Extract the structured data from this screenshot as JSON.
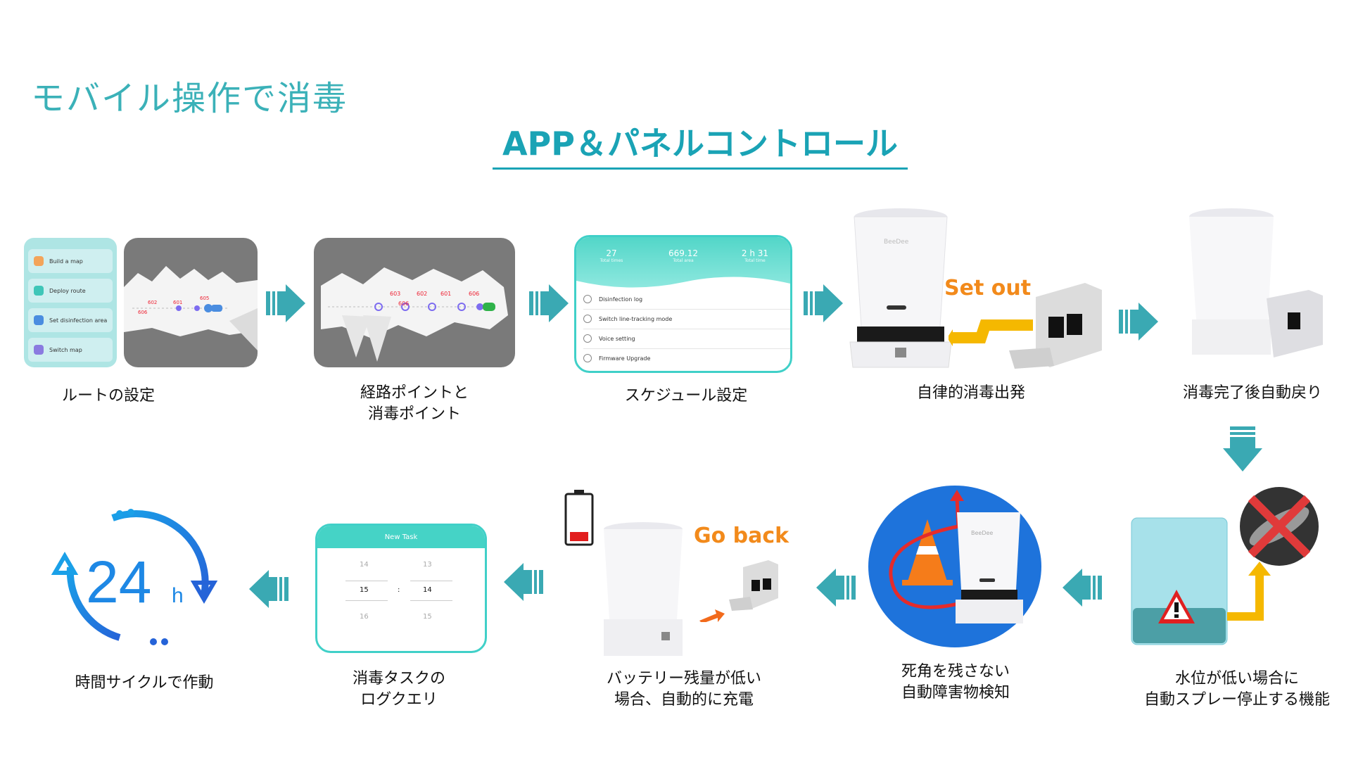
{
  "header": {
    "title": "モバイル操作で消毒",
    "subtitle": "APP＆パネルコントロール"
  },
  "steps": {
    "route": {
      "caption": "ルートの設定",
      "menu": [
        "Build a map",
        "Deploy route",
        "Set disinfection area",
        "Switch map"
      ],
      "map_points": [
        "602",
        "601",
        "606",
        "605"
      ]
    },
    "points": {
      "caption_line1": "経路ポイントと",
      "caption_line2": "消毒ポイント",
      "map_points": [
        "603",
        "602",
        "601",
        "606",
        "606"
      ]
    },
    "schedule": {
      "caption": "スケジュール設定",
      "stats": [
        {
          "value": "27",
          "label": "Total times"
        },
        {
          "value": "669.12",
          "label": "Total area"
        },
        {
          "value": "2 h 31",
          "label": "Total time"
        }
      ],
      "menu": [
        "Disinfection log",
        "Switch line-tracking mode",
        "Voice setting",
        "Firmware Upgrade"
      ]
    },
    "depart": {
      "caption": "自律的消毒出発",
      "label": "Set out",
      "brand": "BeeDee"
    },
    "return": {
      "caption": "消毒完了後自動戻り"
    },
    "water": {
      "caption_line1": "水位が低い場合に",
      "caption_line2": "自動スプレー停止する機能"
    },
    "obstacle": {
      "caption_line1": "死角を残さない",
      "caption_line2": "自動障害物検知",
      "brand": "BeeDee"
    },
    "charge": {
      "caption_line1": "バッテリー残量が低い",
      "caption_line2": "場合、自動的に充電",
      "label": "Go back"
    },
    "log": {
      "caption_line1": "消毒タスクの",
      "caption_line2": "ログクエリ",
      "panel_title": "New Task",
      "picker": [
        [
          "14",
          "13"
        ],
        [
          "15",
          "14"
        ],
        [
          "16",
          "15"
        ]
      ],
      "separator": ":"
    },
    "cycle": {
      "caption": "時間サイクルで作動",
      "number": "24",
      "unit": "h"
    }
  },
  "colors": {
    "accent": "#3bb1b8",
    "arrow": "#3aa9b3",
    "orange": "#f28a1b",
    "yellow": "#f5b800",
    "blue": "#1e88e5"
  }
}
